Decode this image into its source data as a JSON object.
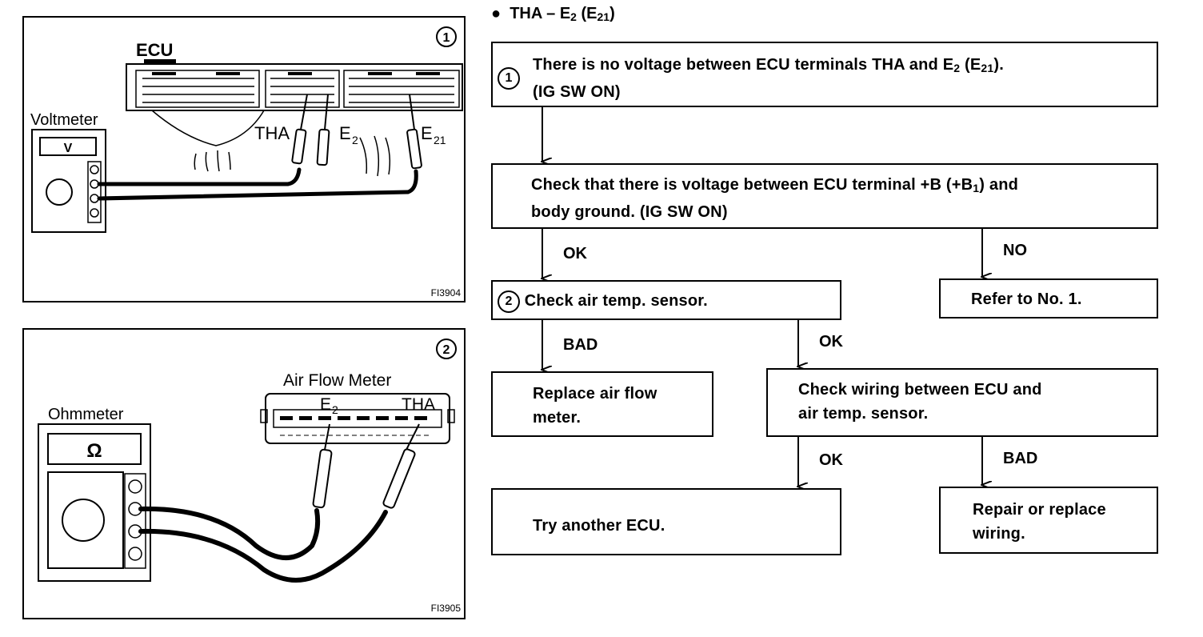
{
  "panel1": {
    "number": "1",
    "ecu_label": "ECU",
    "meter_label": "Voltmeter",
    "meter_unit": "V",
    "terminal_tha": "THA",
    "terminal_e2": "E",
    "terminal_e2_sub": "2",
    "terminal_e21": "E",
    "terminal_e21_sub": "21",
    "figure_code": "FI3904"
  },
  "panel2": {
    "number": "2",
    "meter_label": "Ohmmeter",
    "meter_unit": "Ω",
    "sensor_label": "Air Flow Meter",
    "terminal_e2": "E",
    "terminal_e2_sub": "2",
    "terminal_tha": "THA",
    "figure_code": "FI3905"
  },
  "heading": {
    "bullet": "●",
    "text_a": "THA – E",
    "sub_a": "2",
    "text_b": " (E",
    "sub_b": "21",
    "text_c": ")"
  },
  "flow": {
    "step1": {
      "number": "1",
      "line1_a": "There is no voltage between ECU terminals THA and E",
      "line1_sub_a": "2",
      "line1_b": " (E",
      "line1_sub_b": "21",
      "line1_c": ").",
      "line2": "(IG SW ON)"
    },
    "check_voltage": {
      "line1_a": "Check that there is voltage between ECU terminal +B (+B",
      "line1_sub": "1",
      "line1_b": ") and",
      "line2": "body ground. (IG SW ON)"
    },
    "ok_1": "OK",
    "no_1": "NO",
    "step2": {
      "number": "2",
      "text": "Check air temp. sensor."
    },
    "refer": "Refer to No. 1.",
    "bad_1": "BAD",
    "ok_2": "OK",
    "replace_afm": {
      "line1": "Replace air flow",
      "line2": "meter."
    },
    "check_wiring": {
      "line1": "Check wiring between ECU and",
      "line2": "air temp. sensor."
    },
    "ok_3": "OK",
    "bad_2": "BAD",
    "try_ecu": "Try another ECU.",
    "repair": {
      "line1": "Repair or replace",
      "line2": "wiring."
    }
  }
}
